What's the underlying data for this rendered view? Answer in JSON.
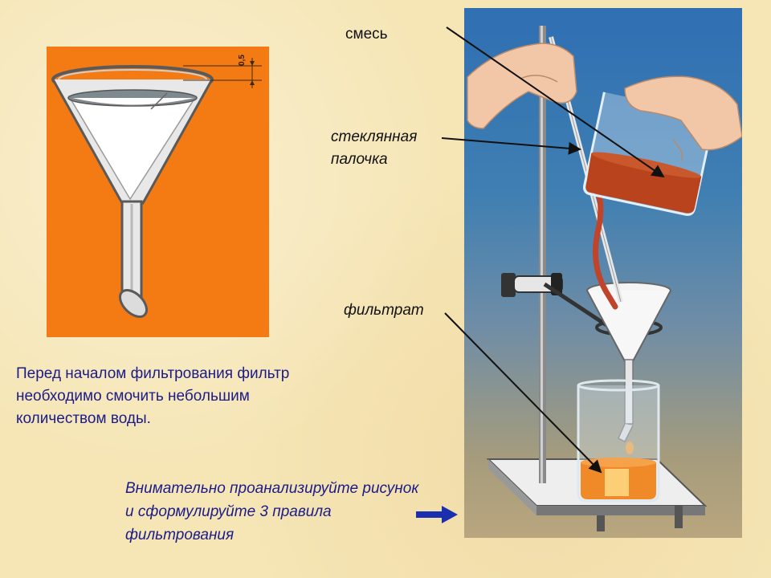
{
  "labels": {
    "mixture": "смесь",
    "glass_rod_line1": "стеклянная",
    "glass_rod_line2": "палочка",
    "filtrate": "фильтрат"
  },
  "dimension_mark": "0,5",
  "note": "Перед началом фильтрования фильтр необходимо смочить небольшим количеством воды.",
  "task": "Внимательно проанализируйте рисунок и сформулируйте 3 правила фильтрования",
  "colors": {
    "background": "#f6e6b6",
    "left_panel": "#f47a14",
    "text_blue": "#1b1b8a",
    "arrow_blue": "#1a2fb0",
    "liquid": "#b8431c"
  }
}
